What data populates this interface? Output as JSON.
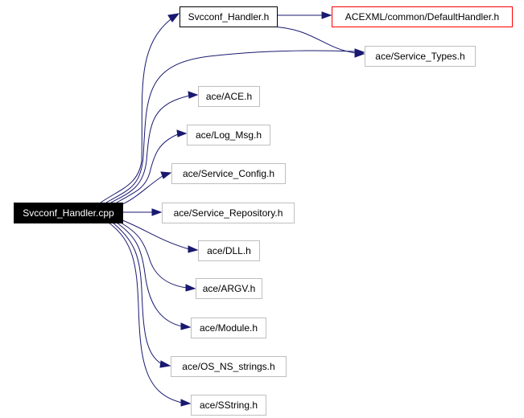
{
  "colors": {
    "edge": "#191970",
    "root_fill": "#000000",
    "root_text": "#ffffff",
    "node_border": "#bfbfbf",
    "documented_border": "#000000",
    "external_border": "#ff0000",
    "node_text": "#000000"
  },
  "nodes": [
    {
      "id": "svcconf_handler_cpp",
      "label": "Svcconf_Handler.cpp",
      "style": "root"
    },
    {
      "id": "svcconf_handler_h",
      "label": "Svcconf_Handler.h",
      "style": "documented"
    },
    {
      "id": "acexml_defaulthandler",
      "label": "ACEXML/common/DefaultHandler.h",
      "style": "external"
    },
    {
      "id": "service_types",
      "label": "ace/Service_Types.h",
      "style": "plain"
    },
    {
      "id": "ace_h",
      "label": "ace/ACE.h",
      "style": "plain"
    },
    {
      "id": "log_msg",
      "label": "ace/Log_Msg.h",
      "style": "plain"
    },
    {
      "id": "service_config",
      "label": "ace/Service_Config.h",
      "style": "plain"
    },
    {
      "id": "service_repository",
      "label": "ace/Service_Repository.h",
      "style": "plain"
    },
    {
      "id": "dll",
      "label": "ace/DLL.h",
      "style": "plain"
    },
    {
      "id": "argv",
      "label": "ace/ARGV.h",
      "style": "plain"
    },
    {
      "id": "module",
      "label": "ace/Module.h",
      "style": "plain"
    },
    {
      "id": "os_ns_strings",
      "label": "ace/OS_NS_strings.h",
      "style": "plain"
    },
    {
      "id": "sstring",
      "label": "ace/SString.h",
      "style": "plain"
    }
  ],
  "edges": [
    {
      "from": "svcconf_handler_cpp",
      "to": "svcconf_handler_h"
    },
    {
      "from": "svcconf_handler_h",
      "to": "acexml_defaulthandler"
    },
    {
      "from": "svcconf_handler_h",
      "to": "service_types"
    },
    {
      "from": "svcconf_handler_cpp",
      "to": "service_types"
    },
    {
      "from": "svcconf_handler_cpp",
      "to": "ace_h"
    },
    {
      "from": "svcconf_handler_cpp",
      "to": "log_msg"
    },
    {
      "from": "svcconf_handler_cpp",
      "to": "service_config"
    },
    {
      "from": "svcconf_handler_cpp",
      "to": "service_repository"
    },
    {
      "from": "svcconf_handler_cpp",
      "to": "dll"
    },
    {
      "from": "svcconf_handler_cpp",
      "to": "argv"
    },
    {
      "from": "svcconf_handler_cpp",
      "to": "module"
    },
    {
      "from": "svcconf_handler_cpp",
      "to": "os_ns_strings"
    },
    {
      "from": "svcconf_handler_cpp",
      "to": "sstring"
    }
  ]
}
